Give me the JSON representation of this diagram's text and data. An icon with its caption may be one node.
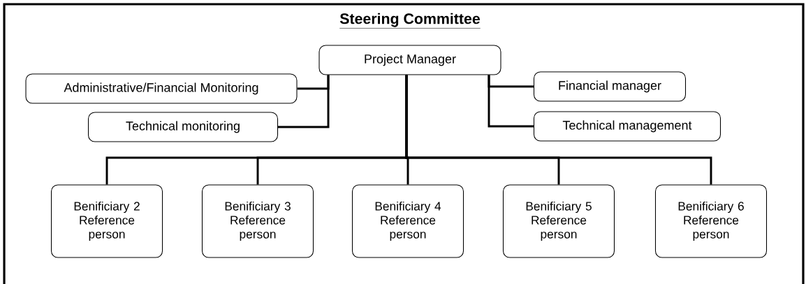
{
  "diagram": {
    "title": "Steering Committee",
    "nodes": [
      {
        "text": [
          "Project Manager"
        ]
      },
      {
        "text": [
          "Administrative/Financial Monitoring"
        ]
      },
      {
        "text": [
          "Technical monitoring"
        ]
      },
      {
        "text": [
          "Financial manager"
        ]
      },
      {
        "text": [
          "Technical management"
        ]
      },
      {
        "text": [
          "Benificiary 2 Reference person"
        ]
      },
      {
        "text": [
          "Benificiary 3 Reference person"
        ]
      },
      {
        "text": [
          "Benificiary 4 Reference person"
        ]
      },
      {
        "text": [
          "Benificiary 5 Reference person"
        ]
      },
      {
        "text": [
          "Benificiary 6 Reference person"
        ]
      }
    ],
    "edges": [
      {
        "from": 0,
        "to": 1,
        "arrow": "none"
      },
      {
        "from": 0,
        "to": 2,
        "arrow": "none"
      },
      {
        "from": 0,
        "to": 3,
        "arrow": "none"
      },
      {
        "from": 0,
        "to": 4,
        "arrow": "none"
      },
      {
        "from": 0,
        "to": 5,
        "arrow": "none"
      },
      {
        "from": 0,
        "to": 6,
        "arrow": "none"
      },
      {
        "from": 0,
        "to": 7,
        "arrow": "none"
      },
      {
        "from": 0,
        "to": 8,
        "arrow": "none"
      },
      {
        "from": 0,
        "to": 9,
        "arrow": "none"
      }
    ]
  }
}
